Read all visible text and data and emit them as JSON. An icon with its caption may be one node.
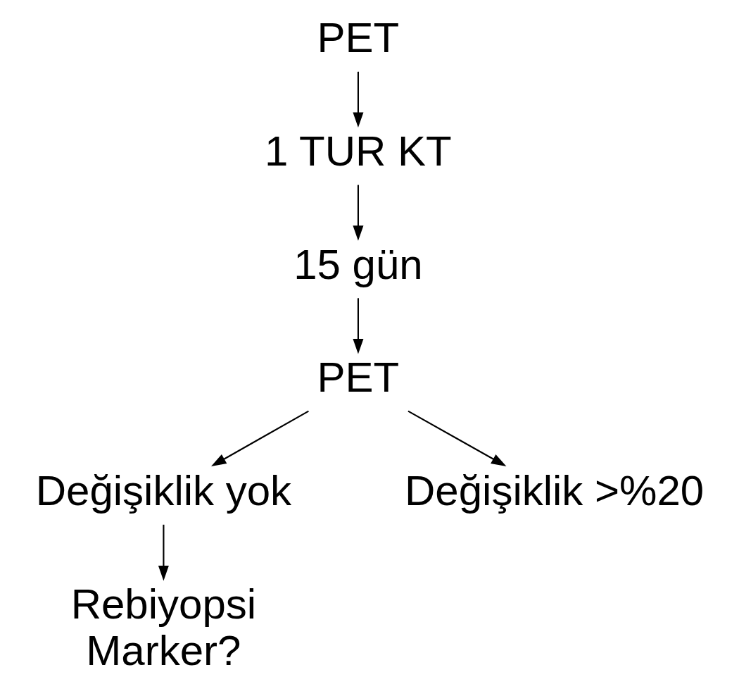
{
  "diagram": {
    "nodes": [
      {
        "text": [
          "PET"
        ]
      },
      {
        "text": [
          "1 TUR KT"
        ]
      },
      {
        "text": [
          "15 gün"
        ]
      },
      {
        "text": [
          "PET"
        ]
      },
      {
        "text": [
          "Değişiklik yok"
        ]
      },
      {
        "text": [
          "Değişiklik >%20"
        ]
      },
      {
        "text": [
          "Rebiyopsi",
          "Marker?"
        ]
      }
    ],
    "edges": [
      {
        "from": 0,
        "to": 1,
        "arrow": "to"
      },
      {
        "from": 1,
        "to": 2,
        "arrow": "to"
      },
      {
        "from": 2,
        "to": 3,
        "arrow": "to"
      },
      {
        "from": 3,
        "to": 4,
        "arrow": "to"
      },
      {
        "from": 3,
        "to": 5,
        "arrow": "to"
      },
      {
        "from": 4,
        "to": 6,
        "arrow": "to"
      }
    ]
  }
}
